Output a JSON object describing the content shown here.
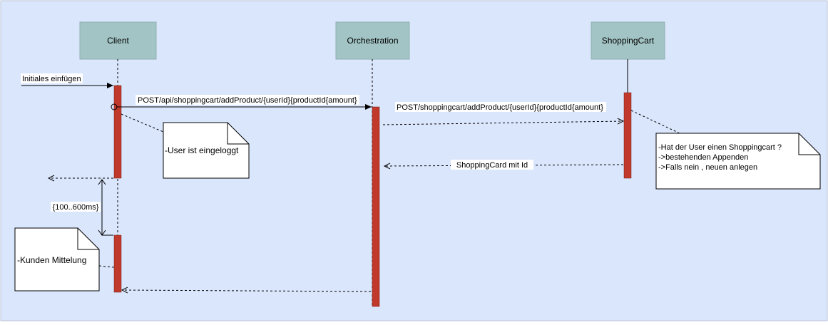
{
  "colors": {
    "background": "#dae6fc",
    "border": "#b8c3d6",
    "participant_fill": "#a2c4c4",
    "participant_stroke": "#8fb0b0",
    "activation_fill": "#c0392b",
    "line": "#000000"
  },
  "participants": [
    {
      "id": "client",
      "label": "Client"
    },
    {
      "id": "orchestration",
      "label": "Orchestration"
    },
    {
      "id": "shoppingcart",
      "label": "ShoppingCart"
    }
  ],
  "messages": {
    "initial": "Initiales einfügen",
    "client_to_orch": "POST/api/shoppingcart/addProduct/{userId}{productId{amount}",
    "orch_to_cart": "POST/shoppingcart/addProduct/{userId}{productId{amount}",
    "cart_to_orch": "ShoppingCard mit Id"
  },
  "timing": {
    "label": "{100..600ms}"
  },
  "notes": {
    "logged_in": [
      "-User ist eingeloggt"
    ],
    "cart_check": [
      "-Hat der User einen Shoppingcart ?",
      "->bestehenden Appenden",
      "->Falls nein , neuen anlegen"
    ],
    "customer": [
      "-Kunden Mittelung"
    ]
  }
}
